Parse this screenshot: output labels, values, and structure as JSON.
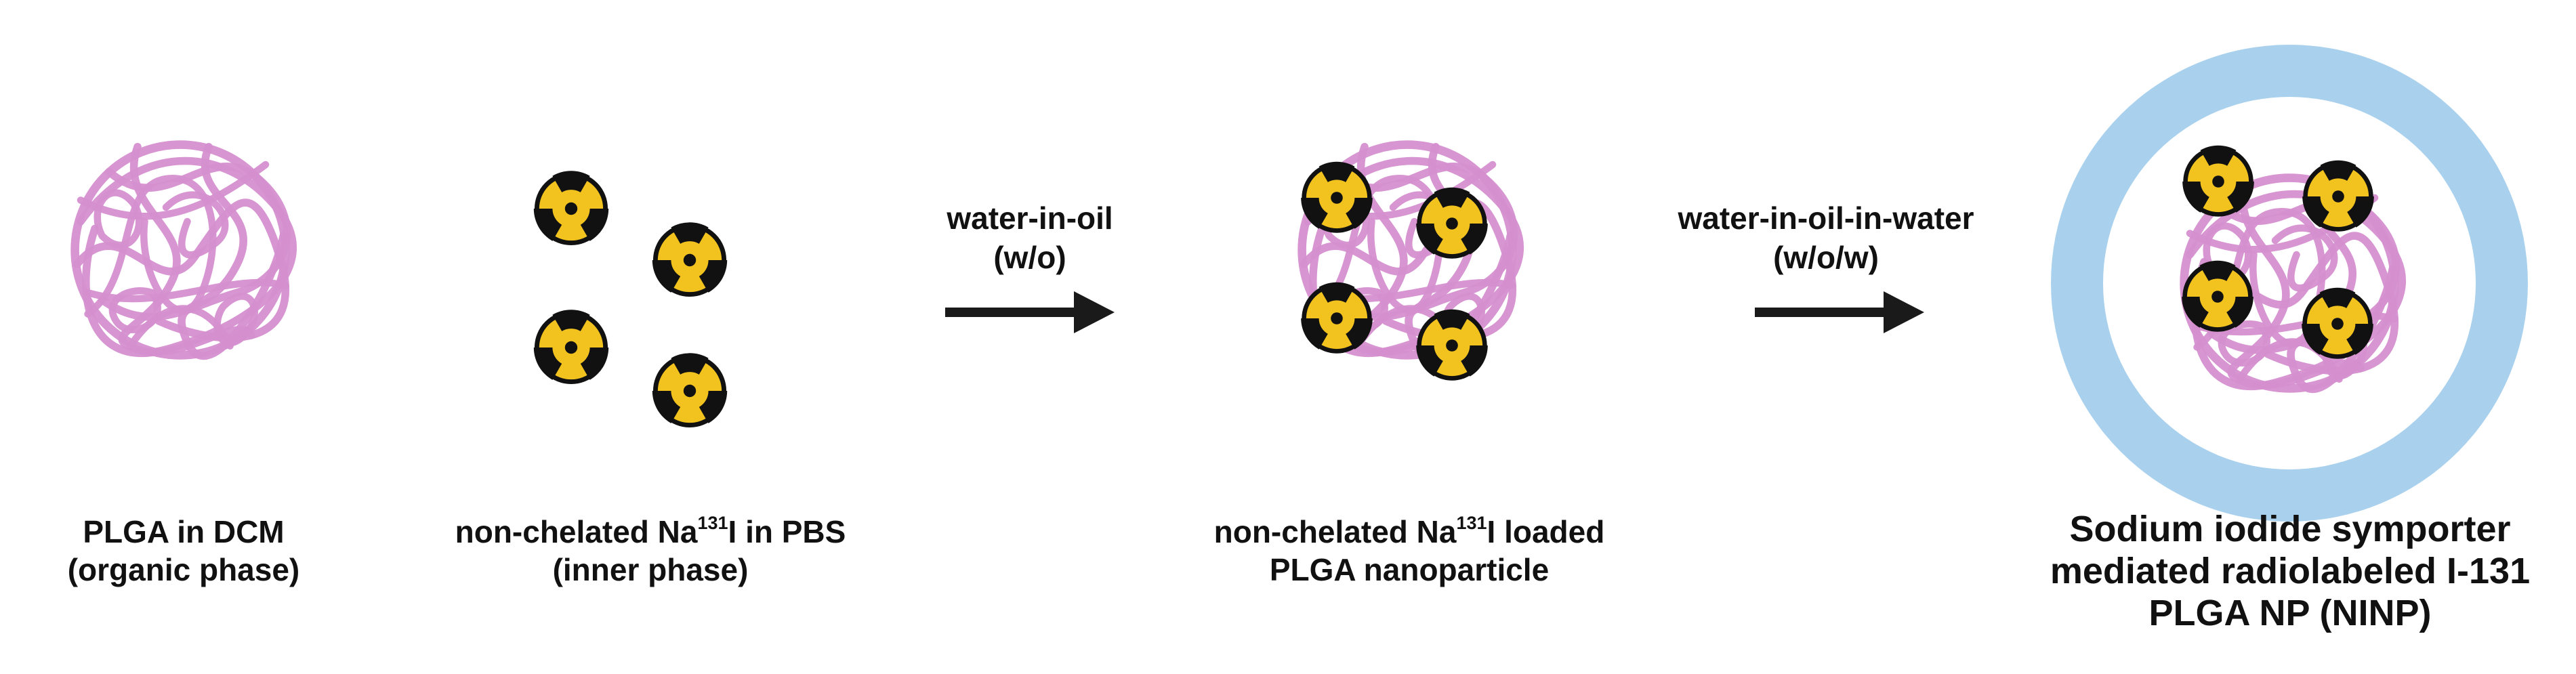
{
  "colors": {
    "polymer": "#d58fcf",
    "polymer_dark": "#b86bb3",
    "shell": "#a9d1ee",
    "radioactive_fill": "#f2c31f",
    "radioactive_symbol": "#111111",
    "arrow": "#1a1a1a",
    "text": "#111111"
  },
  "icons": {
    "polymer": "plga-polymer-coil-icon",
    "radioactive": "radioactive-trefoil-icon",
    "arrow": "right-arrow-icon"
  },
  "steps": [
    {
      "line1": "PLGA in DCM",
      "line2": "(organic phase)"
    },
    {
      "line1_prefix": "non-chelated Na",
      "line1_sup": "131",
      "line1_suffix": "I in PBS",
      "line2": "(inner phase)"
    },
    {
      "line1_prefix": "non-chelated Na",
      "line1_sup": "131",
      "line1_suffix": "I loaded",
      "line2": "PLGA nanoparticle"
    },
    {
      "line1": "Sodium iodide symporter",
      "line2": "mediated radiolabeled I-131",
      "line3": "PLGA NP (NINP)"
    }
  ],
  "arrows": [
    {
      "line1": "water-in-oil",
      "line2": "(w/o)"
    },
    {
      "line1": "water-in-oil-in-water",
      "line2": "(w/o/w)"
    }
  ]
}
